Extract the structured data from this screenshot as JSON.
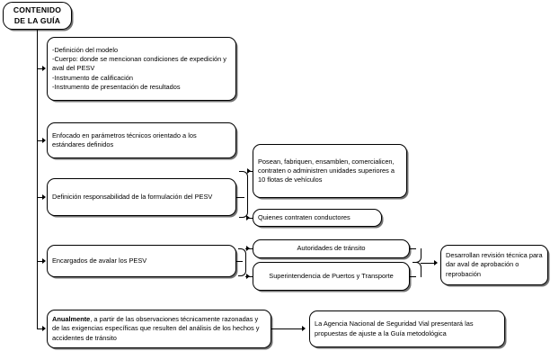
{
  "diagram": {
    "type": "flowchart",
    "title": "CONTENIDO\nDE LA GUÍA",
    "nodes": {
      "root": "CONTENIDO\nDE LA GUÍA",
      "contenido_items": "-Definición del modelo\n-Cuerpo: donde se mencionan condiciones de expedición y aval del PESV\n-Instrumento de calificación\n-Instrumento de presentación de resultados",
      "enfocado": "Enfocado en parámetros técnicos orientado a los estándares definidos",
      "definicion_resp": "Definición responsabilidad de la formulación del PESV",
      "posean": "Posean, fabriquen, ensamblen, comercialicen, contraten o administren unidades superiores a 10 flotas de vehículos",
      "quienes": "Quienes contraten conductores",
      "encargados": "Encargados de avalar los PESV",
      "autoridades": "Autoridades de tránsito",
      "superintendencia": "Superintendencia de Puertos y Transporte",
      "desarrollan": "Desarrollan revisión técnica para dar aval de aprobación o reprobación",
      "anualmente_lead": "Anualmente",
      "anualmente_rest": ", a partir de las observaciones técnicamente razonadas y de las exigencias específicas que resulten del análisis de los hechos y accidentes de tránsito",
      "agencia": "La Agencia Nacional de Seguridad Vial presentará las propuestas de ajuste a la Guía metodológica"
    },
    "colors": {
      "stroke": "#000000",
      "fill": "#ffffff",
      "text": "#000000"
    }
  }
}
